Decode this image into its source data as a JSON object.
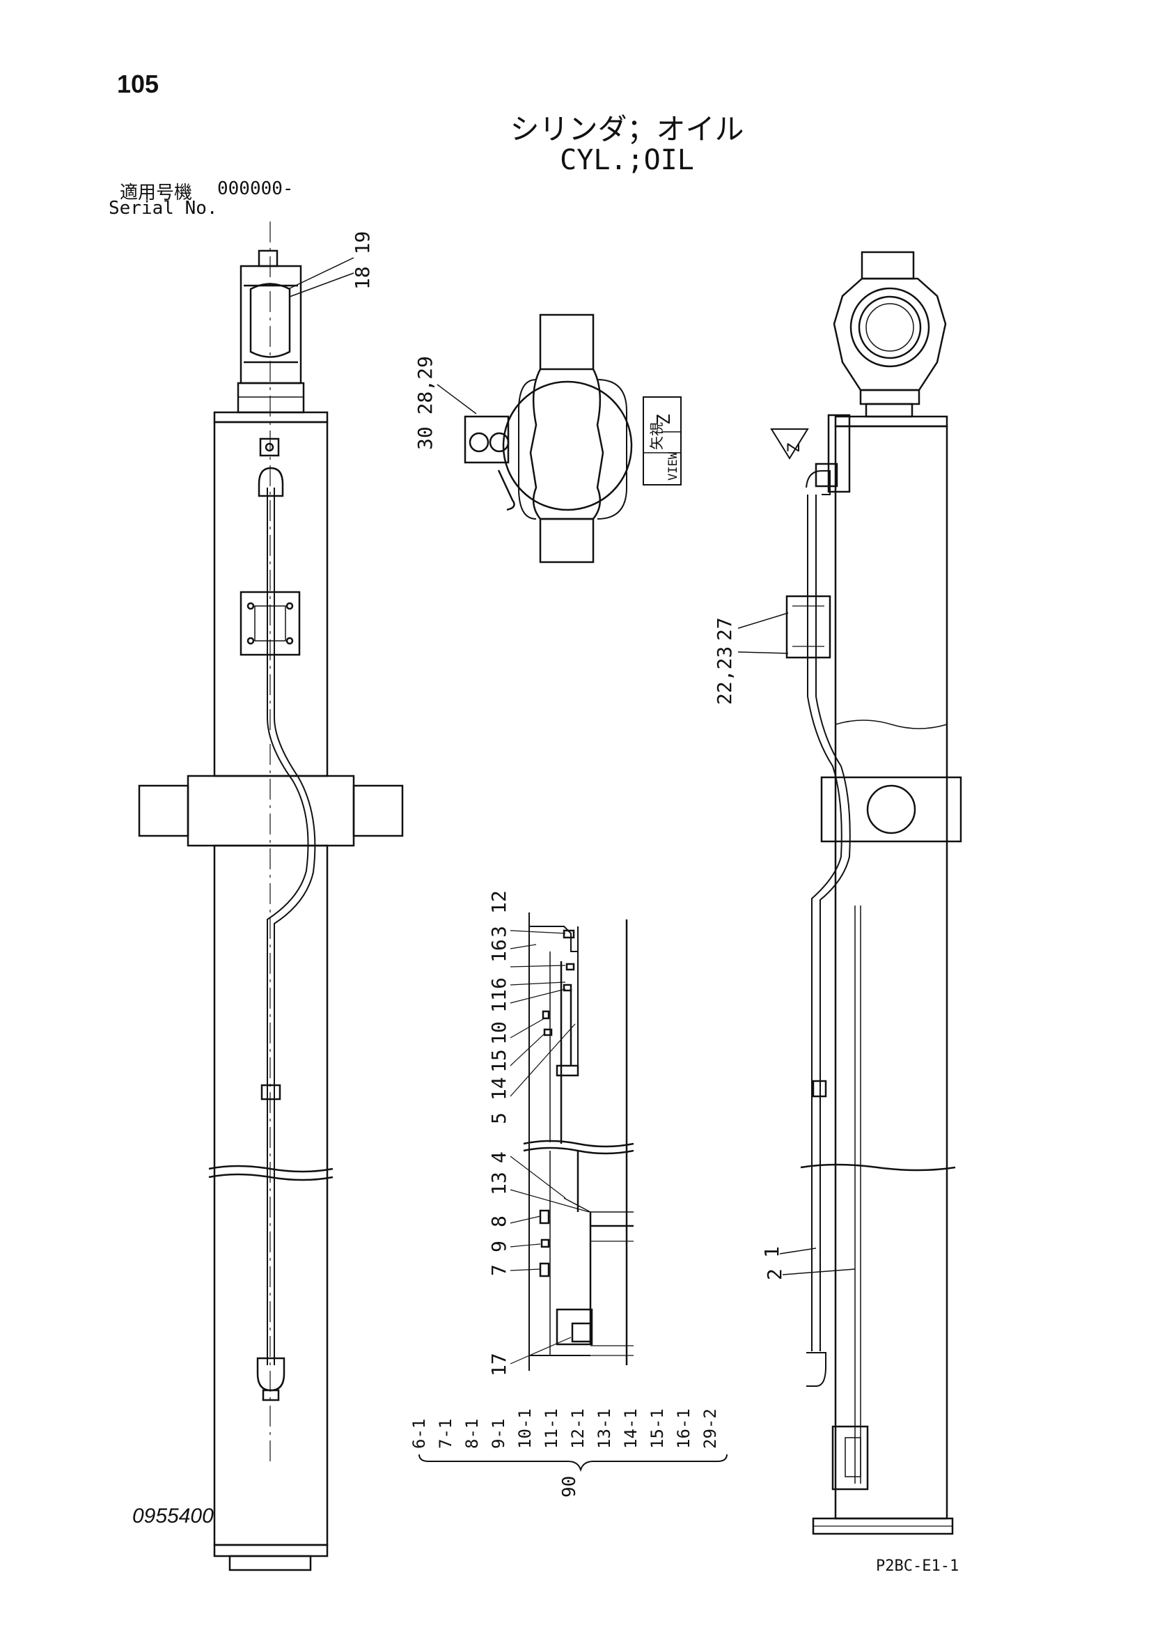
{
  "header": {
    "page_number": "105",
    "title_jp": "シリンダ；オイル",
    "title_en": "CYL.;OIL",
    "serial_label_jp": "適用号機",
    "serial_value": "000000-",
    "serial_label_en": "Serial No."
  },
  "view_label": {
    "jp": "矢視",
    "en": "VIEW",
    "letter": "Z",
    "arrow_letter": "Z"
  },
  "callouts": {
    "c18_19": "18 19",
    "c30_28_29": "30 28,29",
    "c27": "27",
    "c22_23": "22,23",
    "c1": "1",
    "c2": "2",
    "c12": "12",
    "c3": "3",
    "c16": "16",
    "c6": "6",
    "c11": "11",
    "c10": "10",
    "c15": "15",
    "c14": "14",
    "c5": "5",
    "c4": "4",
    "c13": "13",
    "c8": "8",
    "c9": "9",
    "c7": "7",
    "c17": "17"
  },
  "kit": {
    "items": [
      "6-1",
      "7-1",
      "8-1",
      "9-1",
      "10-1",
      "11-1",
      "12-1",
      "13-1",
      "14-1",
      "15-1",
      "16-1",
      "29-2"
    ],
    "kit_number": "90"
  },
  "footer": {
    "document_number": "0955400",
    "drawing_code": "P2BC-E1-1"
  }
}
